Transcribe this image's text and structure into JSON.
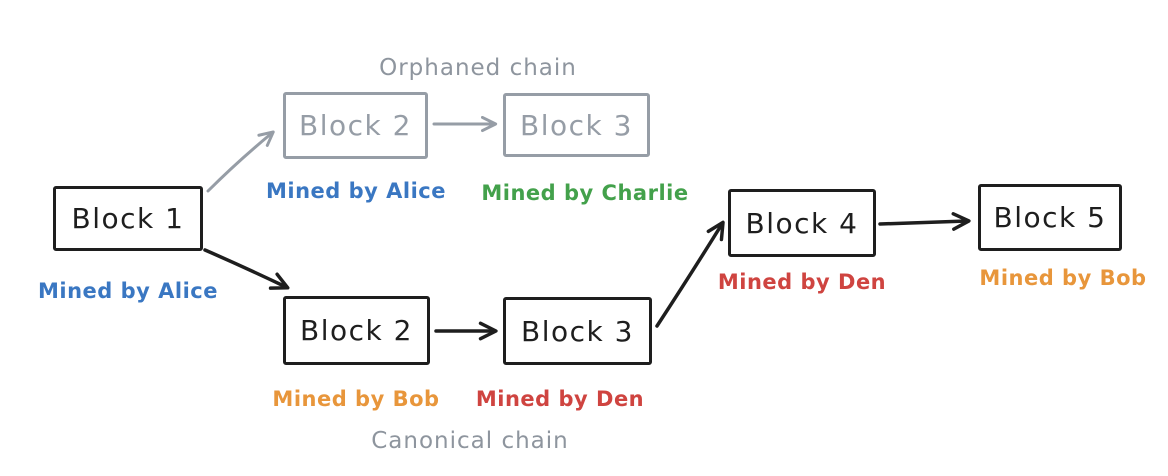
{
  "labels": {
    "orphaned_chain": "Orphaned chain",
    "canonical_chain": "Canonical chain"
  },
  "blocks": {
    "block1": {
      "label": "Block 1",
      "color": "#1e1e1e",
      "miner": "Mined by Alice",
      "miner_color": "#3a77c2"
    },
    "orphaned_block2": {
      "label": "Block 2",
      "color": "#969da6",
      "miner": "Mined by Alice",
      "miner_color": "#3a77c2"
    },
    "orphaned_block3": {
      "label": "Block 3",
      "color": "#969da6",
      "miner": "Mined by Charlie",
      "miner_color": "#43a14b"
    },
    "canonical_block2": {
      "label": "Block 2",
      "color": "#1e1e1e",
      "miner": "Mined by Bob",
      "miner_color": "#e8963b"
    },
    "canonical_block3": {
      "label": "Block 3",
      "color": "#1e1e1e",
      "miner": "Mined by Den",
      "miner_color": "#cf4440"
    },
    "block4": {
      "label": "Block 4",
      "color": "#1e1e1e",
      "miner": "Mined by Den",
      "miner_color": "#cf4440"
    },
    "block5": {
      "label": "Block 5",
      "color": "#1e1e1e",
      "miner": "Mined by Bob",
      "miner_color": "#e8963b"
    }
  },
  "colors": {
    "background": "#ffffff",
    "stroke_black": "#1e1e1e",
    "stroke_gray": "#969da6",
    "chain_label_gray": "#8e959e",
    "miner_blue": "#3a77c2",
    "miner_green": "#43a14b",
    "miner_orange": "#e8963b",
    "miner_red": "#cf4440"
  }
}
